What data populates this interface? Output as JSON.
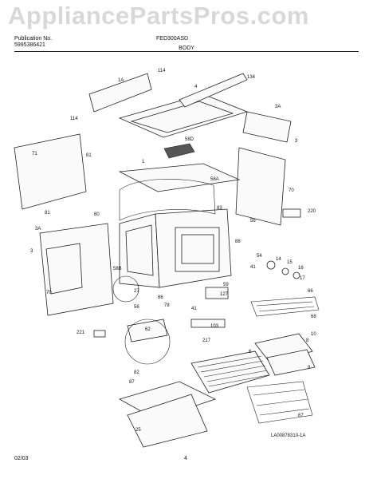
{
  "watermark": "AppliancePartsPros.com",
  "header": {
    "publication_label": "Publication No.",
    "publication_number": "5995386421",
    "model": "FED300ASD",
    "section": "BODY"
  },
  "diagram": {
    "code": "LA00878310-1A",
    "callouts": [
      "114",
      "1A",
      "4",
      "134",
      "114",
      "3A",
      "3",
      "58D",
      "71",
      "81",
      "1",
      "58A",
      "70",
      "220",
      "83",
      "56",
      "81",
      "80",
      "3A",
      "3",
      "88",
      "54",
      "14",
      "15",
      "16",
      "17",
      "58B",
      "27",
      "41",
      "59",
      "127",
      "66",
      "70",
      "86",
      "78",
      "41",
      "56",
      "68",
      "103",
      "10",
      "62",
      "221",
      "217",
      "6",
      "8",
      "9",
      "82",
      "87",
      "25",
      "67"
    ]
  },
  "footer": {
    "date": "02/03",
    "page": "4"
  }
}
